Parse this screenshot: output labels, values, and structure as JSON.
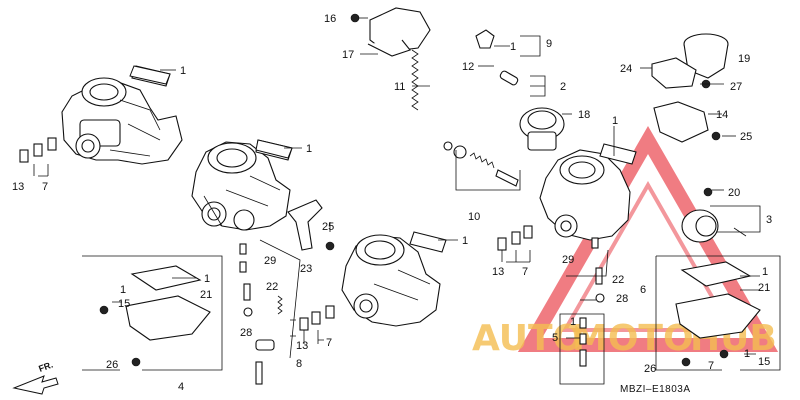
{
  "diagram_code": "MBZI–E1803A",
  "front_label": "FR.",
  "watermark": {
    "text_left": "AUTO",
    "text_mid": "MOTO",
    "text_right": "HUB",
    "color_primary": "#e8323c",
    "color_secondary": "#f2b233"
  },
  "callouts": {
    "c1": "1",
    "c2": "1",
    "c3": "1",
    "c4": "1",
    "c5": "1",
    "c6": "1",
    "c7": "1",
    "c8": "1",
    "c9": "1",
    "c10": "1",
    "c11": "1",
    "n2": "2",
    "n3": "3",
    "n4": "4",
    "n5": "5",
    "n6": "6",
    "n7a": "7",
    "n7b": "7",
    "n7c": "7",
    "n7d": "7",
    "n7e": "7",
    "n8": "8",
    "n9": "9",
    "n10": "10",
    "n11": "11",
    "n12": "12",
    "n13a": "13",
    "n13b": "13",
    "n13c": "13",
    "n13d": "13",
    "n14": "14",
    "n15a": "15",
    "n15b": "15",
    "n16": "16",
    "n17": "17",
    "n18": "18",
    "n19": "19",
    "n20": "20",
    "n21a": "21",
    "n21b": "21",
    "n22a": "22",
    "n22b": "22",
    "n23": "23",
    "n24": "24",
    "n25a": "25",
    "n25b": "25",
    "n26a": "26",
    "n26b": "26",
    "n27": "27",
    "n28a": "28",
    "n28b": "28",
    "n29a": "29",
    "n29b": "29"
  }
}
